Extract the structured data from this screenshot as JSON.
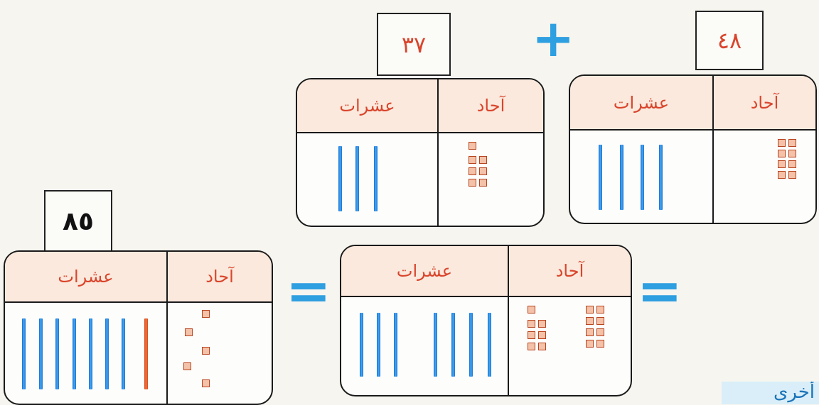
{
  "number_a": "٤٨",
  "number_b": "٣٧",
  "answer": "٨٥",
  "plus_sign": "+",
  "equals_sign": "=",
  "header": {
    "ones": "آحاد",
    "tens": "عشرات"
  },
  "boards": {
    "board_48": {
      "tens_rods": 4,
      "ones_cubes": 8
    },
    "board_37": {
      "tens_rods": 3,
      "ones_cubes": 7
    },
    "combined": {
      "tens_rods": 7,
      "ones_cubes": 15
    },
    "result_85": {
      "tens_rods": 8,
      "ones_cubes": 5,
      "highlighted_rod_color": "#e8562a"
    }
  },
  "colors": {
    "rod": "#2d8fe0",
    "cube_border": "#b8431f",
    "label_red": "#d9452c",
    "sign_blue": "#2e9fe0"
  },
  "corner_text": "أخرى"
}
